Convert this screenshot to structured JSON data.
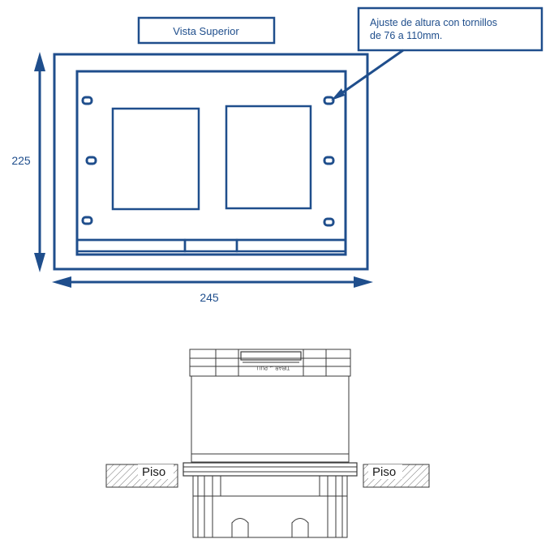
{
  "top_view": {
    "title": "Vista Superior",
    "note_line1": "Ajuste de altura con tornillos",
    "note_line2": "de 76 a 110mm.",
    "dimension_height": "225",
    "dimension_width": "245"
  },
  "side_view": {
    "floor_label_left": "Piso",
    "floor_label_right": "Piso",
    "lid_text": "TIRAR → PULL"
  },
  "colors": {
    "primary": "#1f4e8c",
    "line": "#3a3a3a",
    "hatch": "#7a7a7a"
  }
}
